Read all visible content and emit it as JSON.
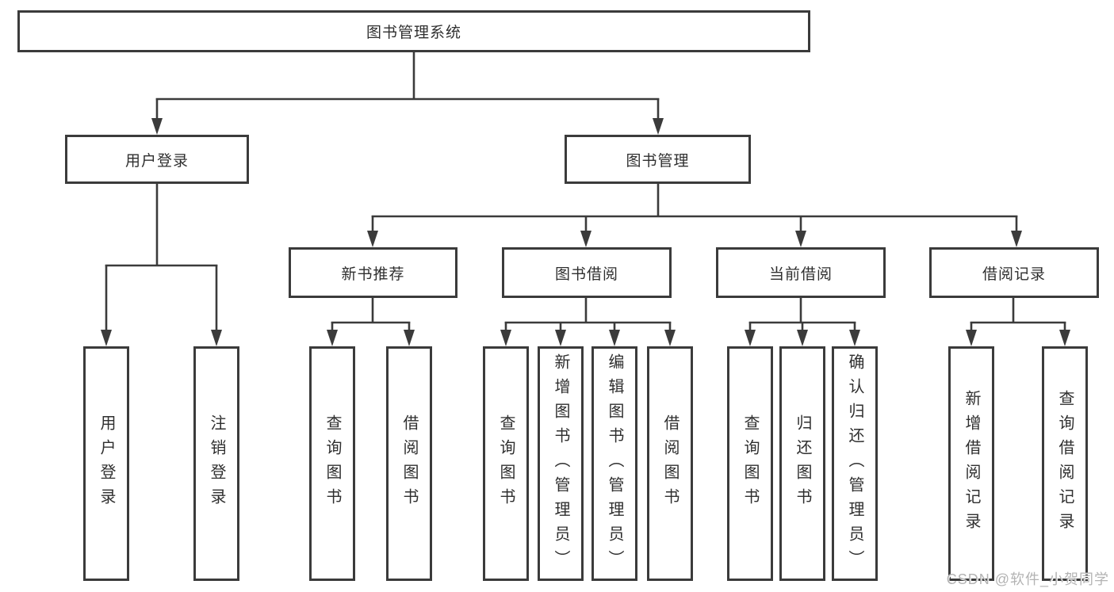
{
  "diagram": {
    "type": "hierarchy-tree",
    "levels": 4,
    "colors": {
      "line": "#3b3b3b",
      "box_border": "#3b3b3b",
      "box_fill": "#ffffff",
      "text": "#2f2f2f",
      "watermark": "#b3b3b3",
      "background": "#ffffff"
    }
  },
  "nodes": {
    "root": "图书管理系统",
    "user_login": "用户登录",
    "book_management": "图书管理",
    "new_book_recommend": "新书推荐",
    "book_borrowing": "图书借阅",
    "current_borrowing": "当前借阅",
    "borrowing_records": "借阅记录",
    "ul_user_login": "用户登录",
    "ul_logout": "注销登录",
    "nr_query_books": "查询图书",
    "nr_borrow_books": "借阅图书",
    "bb_query_books": "查询图书",
    "bb_add_books_admin": "新增图书（管理员）",
    "bb_edit_books_admin": "编辑图书（管理员）",
    "bb_borrow_books": "借阅图书",
    "cb_query_books": "查询图书",
    "cb_return_books": "归还图书",
    "cb_confirm_return_admin": "确认归还（管理员）",
    "br_add_record": "新增借阅记录",
    "br_query_record": "查询借阅记录"
  },
  "edges": [
    {
      "from": "root",
      "to": "user_login"
    },
    {
      "from": "root",
      "to": "book_management"
    },
    {
      "from": "user_login",
      "to": "ul_user_login"
    },
    {
      "from": "user_login",
      "to": "ul_logout"
    },
    {
      "from": "book_management",
      "to": "new_book_recommend"
    },
    {
      "from": "book_management",
      "to": "book_borrowing"
    },
    {
      "from": "book_management",
      "to": "current_borrowing"
    },
    {
      "from": "book_management",
      "to": "borrowing_records"
    },
    {
      "from": "new_book_recommend",
      "to": "nr_query_books"
    },
    {
      "from": "new_book_recommend",
      "to": "nr_borrow_books"
    },
    {
      "from": "book_borrowing",
      "to": "bb_query_books"
    },
    {
      "from": "book_borrowing",
      "to": "bb_add_books_admin"
    },
    {
      "from": "book_borrowing",
      "to": "bb_edit_books_admin"
    },
    {
      "from": "book_borrowing",
      "to": "bb_borrow_books"
    },
    {
      "from": "current_borrowing",
      "to": "cb_query_books"
    },
    {
      "from": "current_borrowing",
      "to": "cb_return_books"
    },
    {
      "from": "current_borrowing",
      "to": "cb_confirm_return_admin"
    },
    {
      "from": "borrowing_records",
      "to": "br_add_record"
    },
    {
      "from": "borrowing_records",
      "to": "br_query_record"
    }
  ],
  "watermark": {
    "text": "CSDN @软件_小贺同学"
  }
}
